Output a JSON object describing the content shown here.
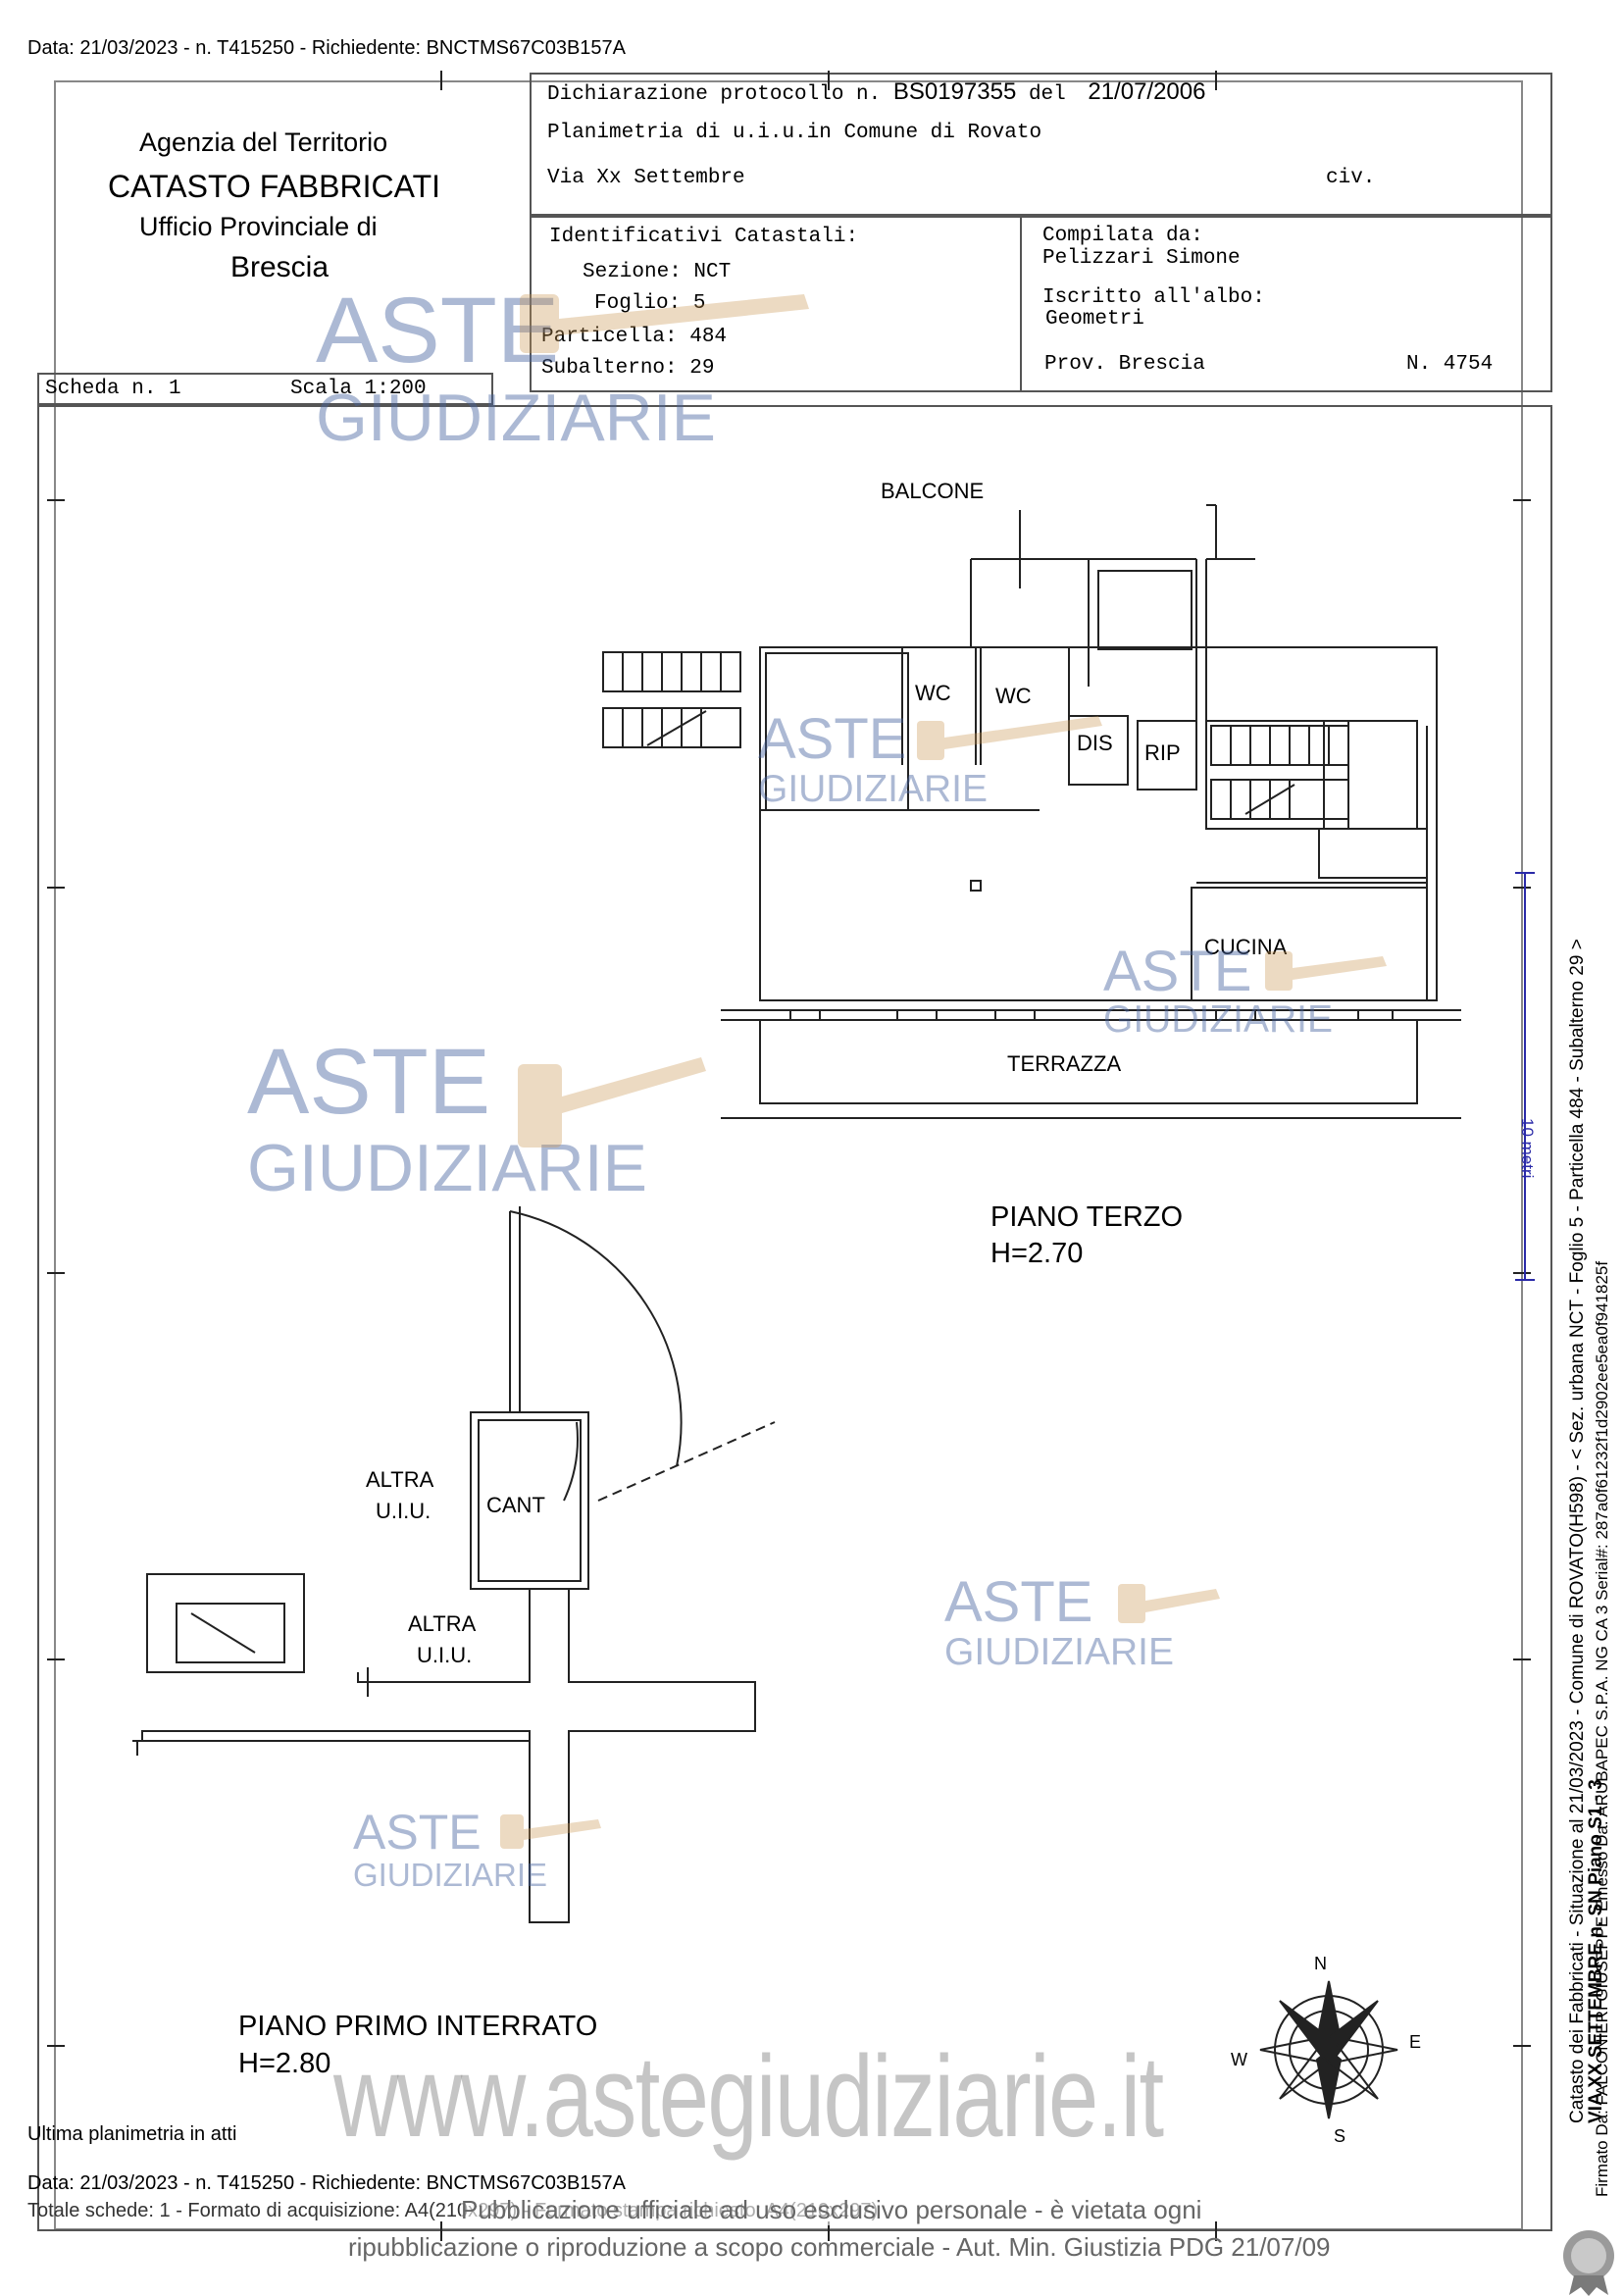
{
  "header_line": "Data: 21/03/2023 - n. T415250 - Richiedente: BNCTMS67C03B157A",
  "agency": {
    "line1": "Agenzia del Territorio",
    "line2": "CATASTO FABBRICATI",
    "line3": "Ufficio Provinciale di",
    "line4": "Brescia"
  },
  "declaration": {
    "protocol_prefix": "Dichiarazione protocollo n.",
    "protocol_number": "BS0197355",
    "date_prefix": "del",
    "date": "21/07/2006",
    "plan_line": "Planimetria di u.i.u.in Comune di Rovato",
    "street": "Via Xx Settembre",
    "civ": "civ."
  },
  "identifiers": {
    "title": "Identificativi Catastali:",
    "sezione": "Sezione: NCT",
    "foglio": "Foglio: 5",
    "particella": "Particella: 484",
    "subalterno": "Subalterno: 29"
  },
  "compiler": {
    "title": "Compilata da:",
    "name": "Pelizzari Simone",
    "albo_title": "Iscritto all'albo:",
    "albo": "Geometri",
    "prov": "Prov. Brescia",
    "number": "N.  4754"
  },
  "scheda": {
    "label": "Scheda n. 1",
    "scale": "Scala 1:200"
  },
  "rooms": {
    "balcone": "BALCONE",
    "wc1": "WC",
    "wc2": "WC",
    "dis": "DIS",
    "rip": "RIP",
    "cucina": "CUCINA",
    "terrazza": "TERRAZZA",
    "cant": "CANT",
    "altra1_a": "ALTRA",
    "altra1_b": "U.I.U.",
    "altra2_a": "ALTRA",
    "altra2_b": "U.I.U."
  },
  "floors": {
    "third_name": "PIANO TERZO",
    "third_height": "H=2.70",
    "basement_name": "PIANO PRIMO INTERRATO",
    "basement_height": "H=2.80"
  },
  "scale_bar_label": "10 metri",
  "watermark": {
    "aste": "ASTE",
    "giudiziarie": "GIUDIZIARIE",
    "site": "www.astegiudiziarie.it"
  },
  "compass": {
    "n": "N",
    "e": "E",
    "s": "S",
    "w": "W"
  },
  "footer": {
    "last_plan": "Ultima planimetria in atti",
    "data_line": "Data: 21/03/2023 - n. T415250 - Richiedente: BNCTMS67C03B157A",
    "totals": "Totale schede: 1 - Formato di acquisizione: A4(210x297) - Formato stampa richiesto: A4(210x297)",
    "notice1": "Pubblicazione ufficiale ad uso esclusivo personale - è vietata ogni",
    "notice2": "ripubblicazione o riproduzione a scopo commerciale - Aut. Min. Giustizia PDG 21/07/09"
  },
  "side_text": {
    "line1": "Catasto dei Fabbricati - Situazione al 21/03/2023 - Comune di ROVATO(H598) - < Sez. urbana NCT - Foglio 5 - Particella 484 - Subalterno 29 >",
    "line2": "VIA XX SETTEMBRE n. SN Piano S1 - 3",
    "line3": "Firmato Da: FALCONIERI GIUSEPPE Emesso Da: ARUBAPEC S.P.A. NG CA 3 Serial#: 287a0f61232f1d2902ee5ea0f941825f"
  }
}
